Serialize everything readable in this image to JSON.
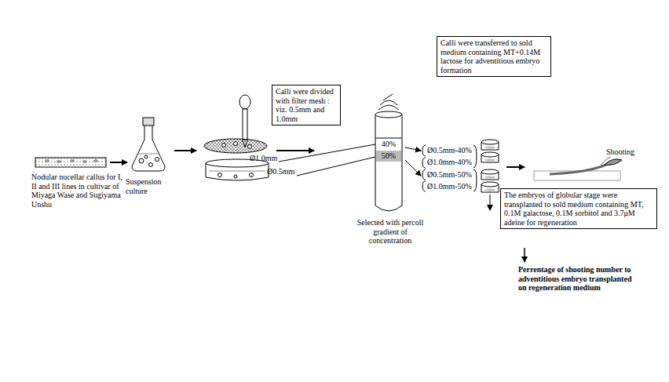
{
  "diagram": {
    "nodes": [
      {
        "text": [
          "Calli were divided with filter mesh : viz. 0.5mm and 1.0mm"
        ]
      },
      {
        "text": [
          "Calli were transferred to sold medium containing MT+0.14M lactose for adventitious embryo formation"
        ]
      },
      {
        "text": [
          "The embryos of globular stage were transplanted to sold medium containing MT, 0.1M galactose, 0.1M sorbitol and 3.7μM adeine for regeneration"
        ]
      }
    ],
    "labels": [
      "Nodular nucellar callus for I, II and III lines in cultivar of Miyaga Wase and Sugiyama Unshu",
      "Suspension culture",
      "Ø1.0mm",
      "Ø0.5mm",
      "40%",
      "50%",
      "Selected with percoll gradient of concentration",
      "Ø0.5mm-40%",
      "Ø1.0mm-40%",
      "Ø0.5mm-50%",
      "Ø1.0mm-50%",
      "Shooting",
      "Perrentage of shooting number to adventitious embryo transplanted on regeneration medium"
    ]
  }
}
